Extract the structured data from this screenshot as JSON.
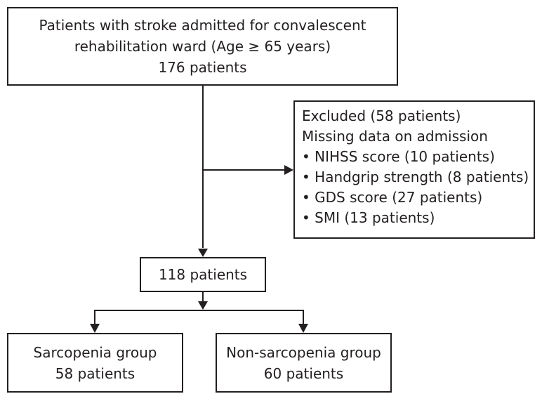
{
  "top": {
    "lines": [
      "Patients with stroke admitted for convalescent",
      "rehabilitation ward (Age ≥ 65 years)",
      "176 patients"
    ]
  },
  "excluded": {
    "title": "Excluded (58 patients)",
    "subtitle": "Missing data on admission",
    "items": [
      "• NIHSS score (10 patients)",
      "• Handgrip strength (8 patients)",
      "• GDS score (27 patients)",
      "• SMI (13 patients)"
    ]
  },
  "middle": {
    "label": "118 patients"
  },
  "groups": [
    {
      "name": "Sarcopenia group",
      "count": "58 patients"
    },
    {
      "name": "Non-sarcopenia group",
      "count": "60 patients"
    }
  ],
  "colors": {
    "stroke": "#231f20",
    "background": "#ffffff"
  }
}
